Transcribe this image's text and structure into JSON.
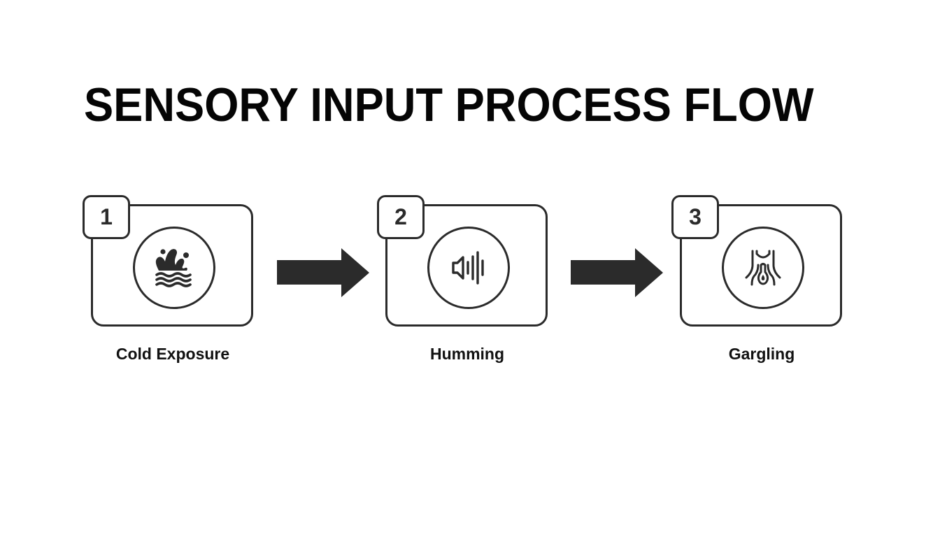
{
  "diagram": {
    "title": "SENSORY INPUT PROCESS FLOW",
    "colors": {
      "stroke": "#2b2b2b",
      "title": "#050505",
      "background": "#ffffff"
    },
    "steps": [
      {
        "number": "1",
        "label": "Cold Exposure",
        "icon": "water-splash-icon"
      },
      {
        "number": "2",
        "label": "Humming",
        "icon": "sound-wave-speaker-icon"
      },
      {
        "number": "3",
        "label": "Gargling",
        "icon": "throat-gargle-icon"
      }
    ],
    "connectors": [
      {
        "from": "1",
        "to": "2",
        "icon": "arrow-right-icon"
      },
      {
        "from": "2",
        "to": "3",
        "icon": "arrow-right-icon"
      }
    ]
  }
}
